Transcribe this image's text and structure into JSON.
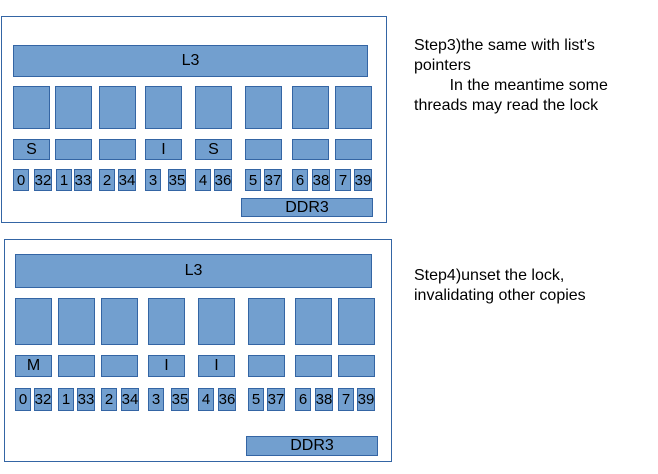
{
  "panels": [
    {
      "l3_label": "L3",
      "cores": [
        "",
        "",
        "",
        "",
        "",
        "",
        "",
        ""
      ],
      "cache_states": [
        "S",
        "",
        "",
        "I",
        "S",
        "",
        "",
        ""
      ],
      "threads": [
        [
          "0",
          "32"
        ],
        [
          "1",
          "33"
        ],
        [
          "2",
          "34"
        ],
        [
          "3",
          "35"
        ],
        [
          "4",
          "36"
        ],
        [
          "5",
          "37"
        ],
        [
          "6",
          "38"
        ],
        [
          "7",
          "39"
        ]
      ],
      "ddr_label": "DDR3",
      "note": "Step3)the same with list's\npointers\n        In the meantime some\nthreads may read the lock"
    },
    {
      "l3_label": "L3",
      "cores": [
        "",
        "",
        "",
        "",
        "",
        "",
        "",
        ""
      ],
      "cache_states": [
        "M",
        "",
        "",
        "I",
        "I",
        "",
        "",
        ""
      ],
      "threads": [
        [
          "0",
          "32"
        ],
        [
          "1",
          "33"
        ],
        [
          "2",
          "34"
        ],
        [
          "3",
          "35"
        ],
        [
          "4",
          "36"
        ],
        [
          "5",
          "37"
        ],
        [
          "6",
          "38"
        ],
        [
          "7",
          "39"
        ]
      ],
      "ddr_label": "DDR3",
      "note": "Step4)unset the lock,\ninvalidating other copies"
    }
  ],
  "colors": {
    "box_fill": "#729fcf",
    "box_border": "#3465a4",
    "panel_border": "#3465a4"
  }
}
